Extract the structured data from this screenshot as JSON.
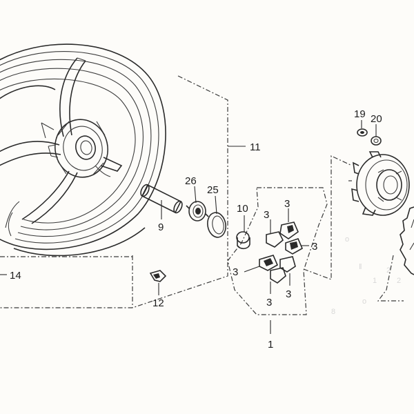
{
  "diagram": {
    "labels": {
      "p1": "1",
      "p3a": "3",
      "p3b": "3",
      "p3c": "3",
      "p3d": "3",
      "p3e": "3",
      "p3f": "3",
      "p9": "9",
      "p10": "10",
      "p11": "11",
      "p12": "12",
      "p14": "14",
      "p19": "19",
      "p20": "20",
      "p25": "25",
      "p26": "26"
    }
  }
}
